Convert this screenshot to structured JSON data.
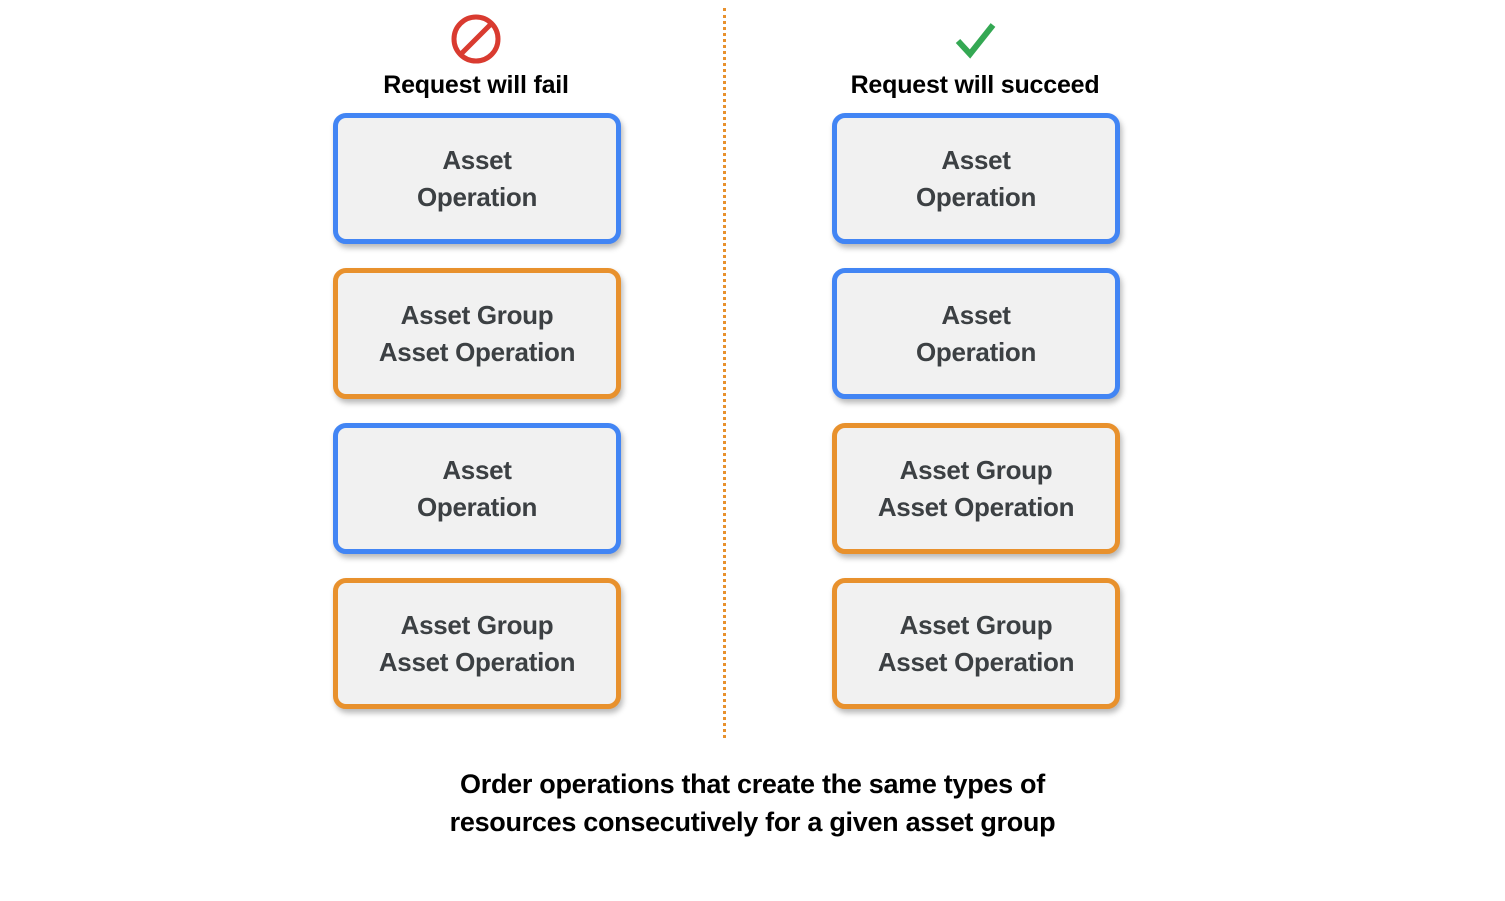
{
  "colors": {
    "blue": "#4285f4",
    "orange": "#e8912d",
    "red": "#d93b30",
    "green": "#34a853",
    "card_fill": "#f1f1f1",
    "card_text": "#3c4043",
    "heading_text": "#000000",
    "background": "#ffffff"
  },
  "columns": [
    {
      "id": "fail",
      "icon": "prohibited-icon",
      "title": "Request will fail",
      "cards": [
        {
          "label": "Asset\nOperation",
          "type": "asset-operation",
          "border": "blue"
        },
        {
          "label": "Asset Group\nAsset Operation",
          "type": "asset-group-asset-operation",
          "border": "orange"
        },
        {
          "label": "Asset\nOperation",
          "type": "asset-operation",
          "border": "blue"
        },
        {
          "label": "Asset Group\nAsset Operation",
          "type": "asset-group-asset-operation",
          "border": "orange"
        }
      ]
    },
    {
      "id": "succeed",
      "icon": "checkmark-icon",
      "title": "Request will succeed",
      "cards": [
        {
          "label": "Asset\nOperation",
          "type": "asset-operation",
          "border": "blue"
        },
        {
          "label": "Asset\nOperation",
          "type": "asset-operation",
          "border": "blue"
        },
        {
          "label": "Asset Group\nAsset Operation",
          "type": "asset-group-asset-operation",
          "border": "orange"
        },
        {
          "label": "Asset Group\nAsset Operation",
          "type": "asset-group-asset-operation",
          "border": "orange"
        }
      ]
    }
  ],
  "caption": "Order operations that create the same types of\nresources consecutively for a given asset group"
}
